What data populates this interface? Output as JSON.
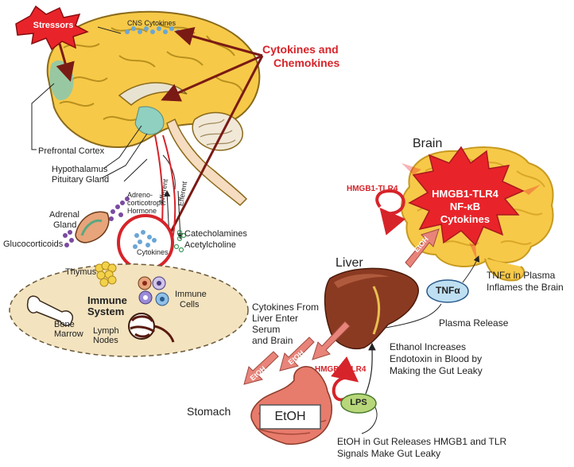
{
  "title": {
    "line1": "Cytokines and",
    "line2": "Chemokines"
  },
  "stressors": "Stressors",
  "brain_left": {
    "cns_cytokines": "CNS Cytokines",
    "prefrontal_cortex": "Prefrontal Cortex",
    "hypothalamus": "Hypothalamus",
    "pituitary_gland": "Pituitary Gland",
    "acth_line1": "Adreno-",
    "acth_line2": "corticotropic",
    "acth_line3": "Hormone",
    "afferent": "Afferent",
    "efferent": "Efferent",
    "adrenal_line1": "Adrenal",
    "adrenal_line2": "Gland",
    "glucocorticoids": "Glucocorticoids",
    "cytokines": "Cytokines",
    "catecholamines": "Catecholamines",
    "acetylcholine": "Acetylcholine"
  },
  "immune": {
    "thymus": "Thymus",
    "system_line1": "Immune",
    "system_line2": "System",
    "immune_cells_line1": "Immune",
    "immune_cells_line2": "Cells",
    "bone_line1": "Bone",
    "bone_line2": "Marrow",
    "lymph_line1": "Lymph",
    "lymph_line2": "Nodes"
  },
  "right": {
    "brain": "Brain",
    "hmgb1_tlr4_top": "HMGB1-TLR4",
    "burst_line1": "HMGB1-TLR4",
    "burst_line2": "NF-κB",
    "burst_line3": "Cytokines",
    "liver": "Liver",
    "etoh_upper": "EtOH",
    "tnfa": "TNFα",
    "tnfa_note_line1": "TNFα in Plasma",
    "tnfa_note_line2": "Inflames the Brain",
    "plasma_release": "Plasma Release",
    "cytokines_from_line1": "Cytokines From",
    "cytokines_from_line2": "Liver Enter",
    "cytokines_from_line3": "Serum",
    "cytokines_from_line4": "and Brain",
    "etoh_left": "EtOH",
    "etoh_mid": "EtOH",
    "hmgb1_tlr4_mid": "HMGB1-TLR4",
    "ethanol_line1": "Ethanol Increases",
    "ethanol_line2": "Endotoxin in Blood by",
    "ethanol_line3": "Making the Gut Leaky",
    "lps": "LPS",
    "stomach": "Stomach",
    "etoh_box": "EtOH",
    "gut_line1": "EtOH in Gut Releases HMGB1 and TLR",
    "gut_line2": "Signals Make Gut Leaky"
  },
  "colors": {
    "accent_red": "#d6242a",
    "brain_yellow": "#f7c948",
    "immune_bg": "#f3e3bf",
    "liver_brown": "#8b3a22",
    "stomach_pink": "#e77b6c",
    "tnfa_blue": "#bfe0f2",
    "lps_green": "#b7d77a"
  }
}
